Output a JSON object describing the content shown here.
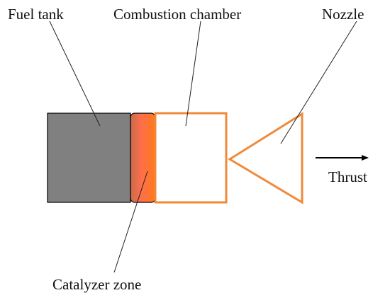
{
  "labels": {
    "fuel_tank": "Fuel tank",
    "combustion_chamber": "Combustion chamber",
    "nozzle": "Nozzle",
    "catalyzer_zone": "Catalyzer zone",
    "thrust": "Thrust"
  },
  "colors": {
    "fuel_tank_fill": "#808080",
    "outline": "#000000",
    "engine_orange": "#f08a3a",
    "catalyzer_gradient_start": "#c96a4d",
    "catalyzer_gradient_mid": "#ff6f4a",
    "catalyzer_gradient_end": "#ff7a1a",
    "leader_line": "#222222"
  },
  "icons": {
    "thrust_arrow": "arrow-right-icon"
  }
}
